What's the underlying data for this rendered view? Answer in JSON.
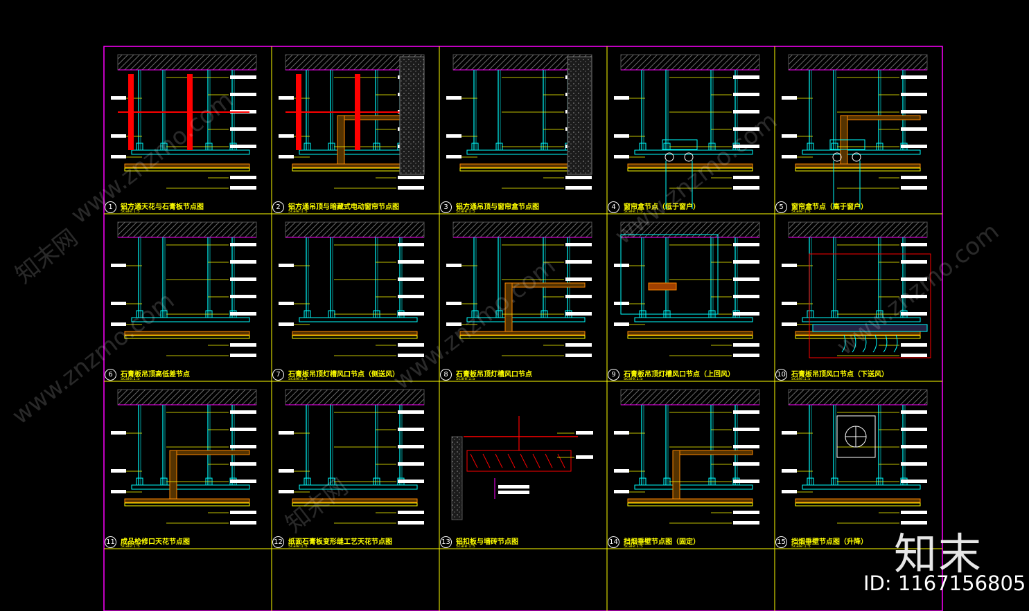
{
  "colors": {
    "background": "#000000",
    "border": "#ff00ff",
    "grid": "#ffff00",
    "annotation": "#ffff00",
    "text": "#ffffff",
    "cyan": "#00ffff",
    "red": "#ff0000",
    "orange": "#ff8800",
    "magenta": "#ff00ff",
    "hatch": "#888888"
  },
  "sheet": {
    "cells": [
      {
        "num": "1",
        "title": "铝方通天花与石膏板节点图",
        "scale": "Scale:1:5"
      },
      {
        "num": "2",
        "title": "铝方通吊顶与暗藏式电动窗帘节点图",
        "scale": "Scale:1:5"
      },
      {
        "num": "3",
        "title": "铝方通吊顶与窗帘盒节点图",
        "scale": "Scale:1:5"
      },
      {
        "num": "4",
        "title": "窗帘盒节点（低于窗户）",
        "scale": "Scale:1:5"
      },
      {
        "num": "5",
        "title": "窗帘盒节点（高于窗户）",
        "scale": "Scale:1:5"
      },
      {
        "num": "6",
        "title": "石膏板吊顶高低差节点",
        "scale": "Scale:1:5"
      },
      {
        "num": "7",
        "title": "石膏板吊顶灯槽风口节点（侧送风）",
        "scale": "Scale:1:5"
      },
      {
        "num": "8",
        "title": "石膏板吊顶灯槽风口节点",
        "scale": "Scale:1:5"
      },
      {
        "num": "9",
        "title": "石膏板吊顶灯槽风口节点（上回风）",
        "scale": "Scale:1:5"
      },
      {
        "num": "10",
        "title": "石膏板吊顶风口节点（下送风）",
        "scale": "Scale:1:5"
      },
      {
        "num": "11",
        "title": "成品检修口天花节点图",
        "scale": "Scale:1:5"
      },
      {
        "num": "12",
        "title": "纸面石膏板变形缝工艺天花节点图",
        "scale": "Scale:1:5"
      },
      {
        "num": "13",
        "title": "铝扣板与墙砖节点图",
        "scale": "Scale:1:5"
      },
      {
        "num": "14",
        "title": "挡烟垂壁节点图（固定）",
        "scale": "Scale:1:5"
      },
      {
        "num": "15",
        "title": "挡烟垂壁节点图（升降）",
        "scale": "Scale:1:5"
      }
    ]
  },
  "watermark": {
    "brand": "知末",
    "id_text": "ID: 1167156805",
    "text": "www.znzmo.com",
    "text_cn": "知末网"
  }
}
